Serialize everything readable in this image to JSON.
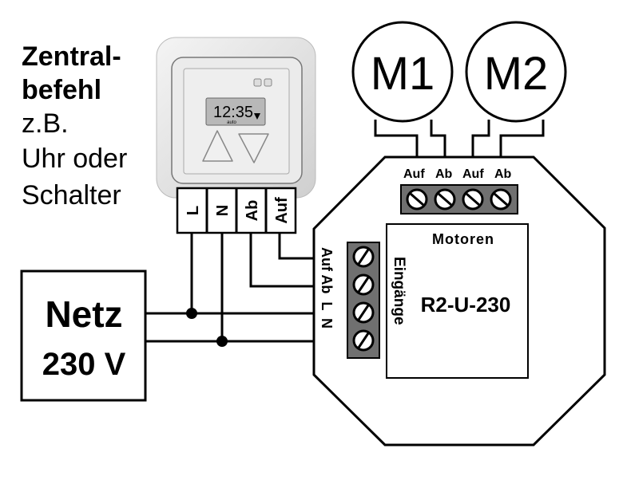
{
  "central_command": {
    "line1": "Zentral-",
    "line2": "befehl",
    "line3": "z.B.",
    "line4": "Uhr oder",
    "line5": "Schalter"
  },
  "switch": {
    "display_time": "12:35",
    "display_mode": "auto",
    "terminals": [
      "L",
      "N",
      "Ab",
      "Auf"
    ]
  },
  "mains": {
    "line1": "Netz",
    "line2": "230 V"
  },
  "motors": [
    "M1",
    "M2"
  ],
  "actuator": {
    "motor_terminal_labels": [
      "Auf",
      "Ab",
      "Auf",
      "Ab"
    ],
    "input_terminal_labels": "Auf Ab  L  N",
    "inputs_label": "Eingänge",
    "motors_label": "Motoren",
    "model": "R2-U-230"
  },
  "colors": {
    "terminal_block": "#707070",
    "device_body": "#e6e6e6",
    "display": "#b8b8b8"
  }
}
